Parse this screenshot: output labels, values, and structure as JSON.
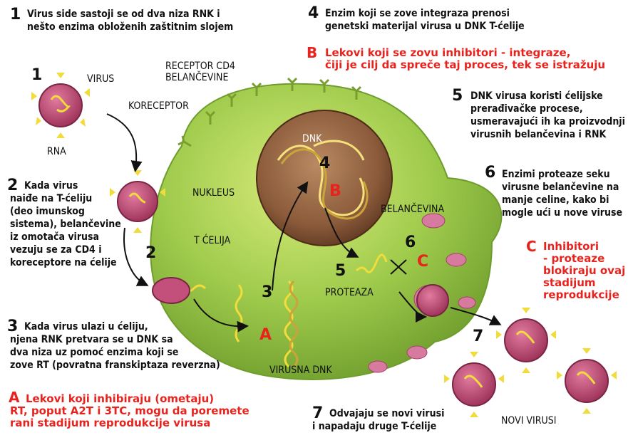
{
  "steps": {
    "s1": {
      "num": "1",
      "text": [
        "Virus side sastoji se od dva niza RNK i",
        "nešto enzima obloženih zaštitnim slojem"
      ]
    },
    "s2": {
      "num": "2",
      "text": [
        "Kada virus",
        "naiđe na T-ćeliju",
        "(deo imunskog",
        "sistema), belančevine",
        "iz omotača virusa",
        "vezuju se za CD4 i",
        "koreceptore na ćelije"
      ]
    },
    "s3": {
      "num": "3",
      "text": [
        "Kada virus ulazi u ćeliju,",
        "njena RNK pretvara se u DNK sa",
        "dva niza uz pomoć enzima koji se",
        "zove RT (povratna franskiptaza reverzna)"
      ]
    },
    "s4": {
      "num": "4",
      "text": [
        "Enzim koji se zove integraza prenosi",
        "genetski materijal virusa u DNK T-ćelije"
      ]
    },
    "s5": {
      "num": "5",
      "text": [
        "DNK virusa koristi ćelijske",
        "prerađivačke procese,",
        "usmeravajući ih ka proizvodnji",
        "virusnih belančevina i RNK"
      ]
    },
    "s6": {
      "num": "6",
      "text": [
        "Enzimi proteaze seku",
        "virusne belančevine na",
        "manje celine, kako bi",
        "mogle ući u nove viruse"
      ]
    },
    "s7": {
      "num": "7",
      "text": [
        "Odvajaju se novi virusi",
        "i napadaju druge T-ćelije"
      ]
    }
  },
  "inhibitors": {
    "a": {
      "letter": "A",
      "text": [
        "Lekovi koji inhibiraju (ometaju)",
        "RT, poput A2T i 3TC, mogu da poremete",
        "rani stadijum reprodukcije virusa"
      ]
    },
    "b": {
      "letter": "B",
      "text": [
        "Lekovi koji se zovu inhibitori - integraze,",
        "čiji je cilj da spreče taj proces, tek se istražuju"
      ]
    },
    "c": {
      "letter": "C",
      "text": [
        "Inhibitori",
        "- proteaze",
        "blokiraju ovaj",
        "stadijum",
        "reprodukcije"
      ]
    }
  },
  "labels": {
    "virus": "VIRUS",
    "rna": "RNA",
    "receptor": [
      "RECEPTOR CD4",
      "BELANČEVINE"
    ],
    "koreceptor": "KORECEPTOR",
    "dnk": "DNK",
    "nukleus": "NUKLEUS",
    "t_celija": "T ĆELIJA",
    "belancevina": "BELANČEVINA",
    "proteaza": "PROTEAZA",
    "virusna_dnk": "VIRUSNA DNK",
    "novi_virusi": "NOVI VIRUSI"
  },
  "diagram_marks": {
    "one": "1",
    "two": "2",
    "three": "3",
    "four": "4",
    "five": "5",
    "six": "6",
    "seven": "7",
    "a": "A",
    "b": "B",
    "c": "C"
  },
  "colors": {
    "accent_red": "#e8231e",
    "cell_green": "#8fc243",
    "nucleus_brown": "#8a5a3a",
    "virus_pink": "#c2507a",
    "rna_yellow": "#f2dc3c"
  }
}
